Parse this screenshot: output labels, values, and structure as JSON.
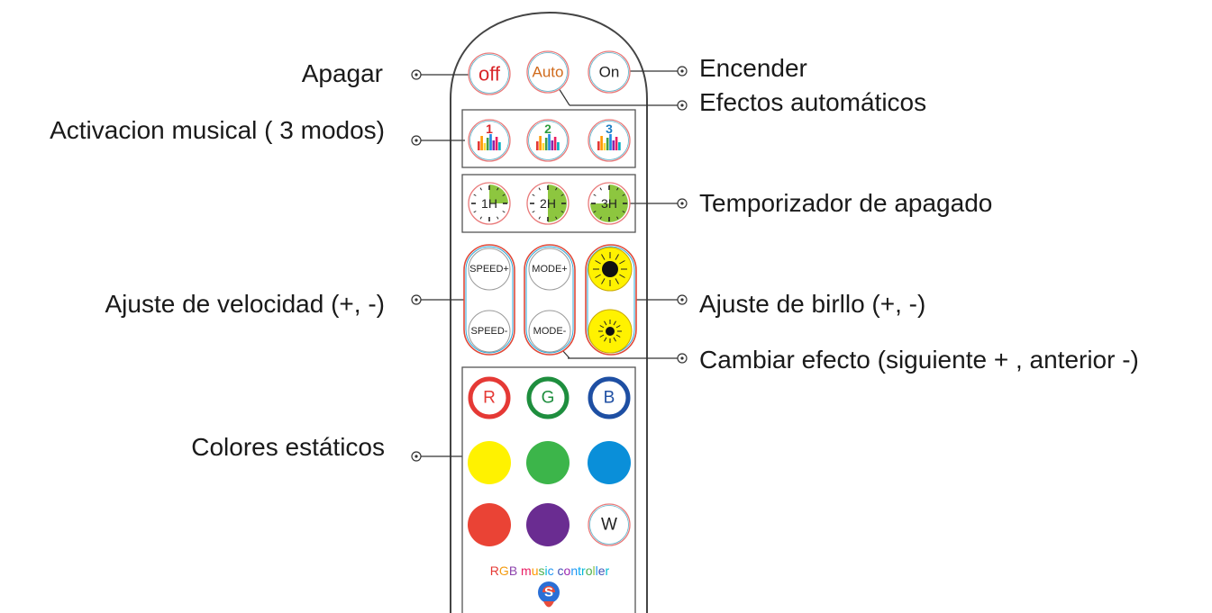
{
  "labels": {
    "apagar": "Apagar",
    "encender": "Encender",
    "auto": "Efectos automáticos",
    "musical": "Activacion musical ( 3 modos)",
    "timer": "Temporizador de apagado",
    "velocidad": "Ajuste de velocidad (+, -)",
    "brillo": "Ajuste de birllo (+, -)",
    "efecto": "Cambiar efecto (siguiente + , anterior -)",
    "colores": "Colores estáticos"
  },
  "buttons": {
    "off": "off",
    "auto": "Auto",
    "on": "On",
    "music": [
      "1",
      "2",
      "3"
    ],
    "timers": [
      "1H",
      "2H",
      "3H"
    ],
    "speed_up": "SPEED+",
    "speed_down": "SPEED-",
    "mode_up": "MODE+",
    "mode_down": "MODE-",
    "rgb": [
      "R",
      "G",
      "B"
    ],
    "white": "W"
  },
  "brand": {
    "letters": [
      {
        "ch": "R",
        "color": "#e53935"
      },
      {
        "ch": "G",
        "color": "#f39c12"
      },
      {
        "ch": "B",
        "color": "#8e44ad"
      },
      {
        "ch": " ",
        "color": "#000000"
      },
      {
        "ch": "m",
        "color": "#e91e63"
      },
      {
        "ch": "u",
        "color": "#ff9800"
      },
      {
        "ch": "s",
        "color": "#4caf50"
      },
      {
        "ch": "i",
        "color": "#00bcd4"
      },
      {
        "ch": "c",
        "color": "#2196f3"
      },
      {
        "ch": " ",
        "color": "#000000"
      },
      {
        "ch": "c",
        "color": "#3f51b5"
      },
      {
        "ch": "o",
        "color": "#9c27b0"
      },
      {
        "ch": "n",
        "color": "#2196f3"
      },
      {
        "ch": "t",
        "color": "#03a9f4"
      },
      {
        "ch": "r",
        "color": "#00bcd4"
      },
      {
        "ch": "o",
        "color": "#4caf50"
      },
      {
        "ch": "l",
        "color": "#8bc34a"
      },
      {
        "ch": "l",
        "color": "#2196f3"
      },
      {
        "ch": "e",
        "color": "#3f51b5"
      },
      {
        "ch": "r",
        "color": "#00bcd4"
      }
    ],
    "logo_icon": "s-logo-icon"
  },
  "colors": {
    "red": "#e53935",
    "green_ring": "#1e8e3e",
    "blue_ring": "#1e4fa3",
    "yellow": "#fff200",
    "green": "#3cb54a",
    "blue": "#0a8fd9",
    "red_fill": "#ea4335",
    "purple": "#6a2c91",
    "timer_green": "#8dc63f",
    "outline": "#555555"
  },
  "icons": {
    "music": "equalizer-icon",
    "timer": "clock-timer-icon",
    "bright_up": "sun-large-icon",
    "bright_down": "sun-small-icon"
  }
}
